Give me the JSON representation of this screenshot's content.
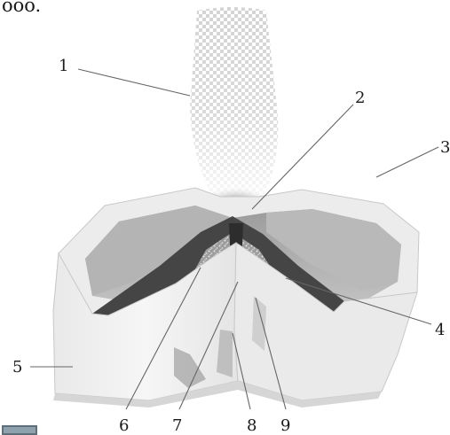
{
  "header": {
    "fragment": "ooo."
  },
  "labels": {
    "l1": "1",
    "l2": "2",
    "l3": "3",
    "l4": "4",
    "l5": "5",
    "l6": "6",
    "l7": "7",
    "l8": "8",
    "l9": "9"
  },
  "colors": {
    "ink": "#1a1a1a",
    "leader": "#666666",
    "block_face": "#f2f2f2",
    "block_shadow": "#cfcfcf",
    "cavity": "#8e8e8e",
    "melt_dark": "#3a3a3a",
    "stipple": "#bdbdbd"
  }
}
